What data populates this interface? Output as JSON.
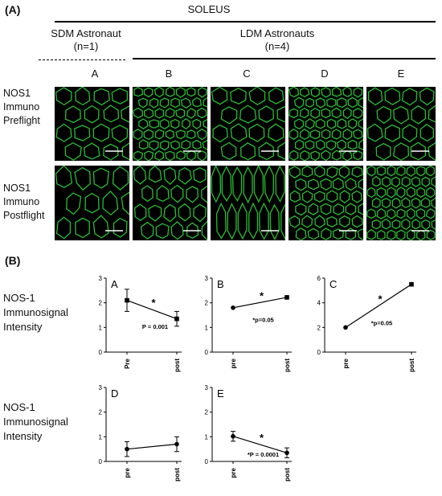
{
  "panel_a": {
    "letter": "(A)",
    "muscle": "SOLEUS",
    "group_sdm": {
      "name": "SDM Astronaut",
      "n": "(n=1)"
    },
    "group_ldm": {
      "name": "LDM Astronauts",
      "n": "(n=4)"
    },
    "columns": [
      "A",
      "B",
      "C",
      "D",
      "E"
    ],
    "rows": [
      {
        "l1": "NOS1",
        "l2": "Immuno",
        "l3": "Preflight"
      },
      {
        "l1": "NOS1",
        "l2": "Immuno",
        "l3": "Postflight"
      }
    ],
    "colors": {
      "stain": "#2fd23a",
      "background": "#000000",
      "scale_bar": "#ffffff"
    }
  },
  "panel_b": {
    "letter": "(B)",
    "ylabel_row1": {
      "l1": "NOS-1",
      "l2": "Immunosignal",
      "l3": "Intensity"
    },
    "ylabel_row2": {
      "l1": "NOS-1",
      "l2": "Immunosignal",
      "l3": "Intensity"
    }
  },
  "chart_data": [
    {
      "type": "line",
      "panel": "A",
      "categories": [
        "Pre",
        "post"
      ],
      "values": [
        2.1,
        1.35
      ],
      "errors": [
        0.45,
        0.3
      ],
      "ylim": [
        0,
        3
      ],
      "yticks": [
        "0",
        "1",
        "2",
        "3"
      ],
      "annotation": "P = 0.001",
      "sig": "*",
      "marker": "square"
    },
    {
      "type": "line",
      "panel": "B",
      "categories": [
        "pre",
        "post"
      ],
      "values": [
        1.8,
        2.22
      ],
      "errors": [
        0,
        0
      ],
      "ylim": [
        0,
        3
      ],
      "yticks": [
        "0",
        "1",
        "2",
        "3"
      ],
      "annotation": "*p=0.05",
      "sig": "*",
      "marker": "mixed"
    },
    {
      "type": "line",
      "panel": "C",
      "categories": [
        "pre",
        "post"
      ],
      "values": [
        2.0,
        5.5
      ],
      "errors": [
        0,
        0
      ],
      "ylim": [
        0,
        6
      ],
      "yticks": [
        "0",
        "2",
        "4",
        "6"
      ],
      "annotation": "*p=0.05",
      "sig": "*",
      "marker": "mixed"
    },
    {
      "type": "line",
      "panel": "D",
      "categories": [
        "pre",
        "post"
      ],
      "values": [
        0.5,
        0.7
      ],
      "errors": [
        0.3,
        0.3
      ],
      "ylim": [
        0,
        3
      ],
      "yticks": [
        "0",
        "1",
        "2",
        "3"
      ],
      "annotation": "",
      "sig": "",
      "marker": "circle"
    },
    {
      "type": "line",
      "panel": "E",
      "categories": [
        "pre",
        "post"
      ],
      "values": [
        1.02,
        0.35
      ],
      "errors": [
        0.2,
        0.2
      ],
      "ylim": [
        0,
        3
      ],
      "yticks": [
        "0",
        "1",
        "2",
        "3"
      ],
      "annotation": "*P = 0.0001",
      "sig": "*",
      "marker": "circle"
    }
  ]
}
